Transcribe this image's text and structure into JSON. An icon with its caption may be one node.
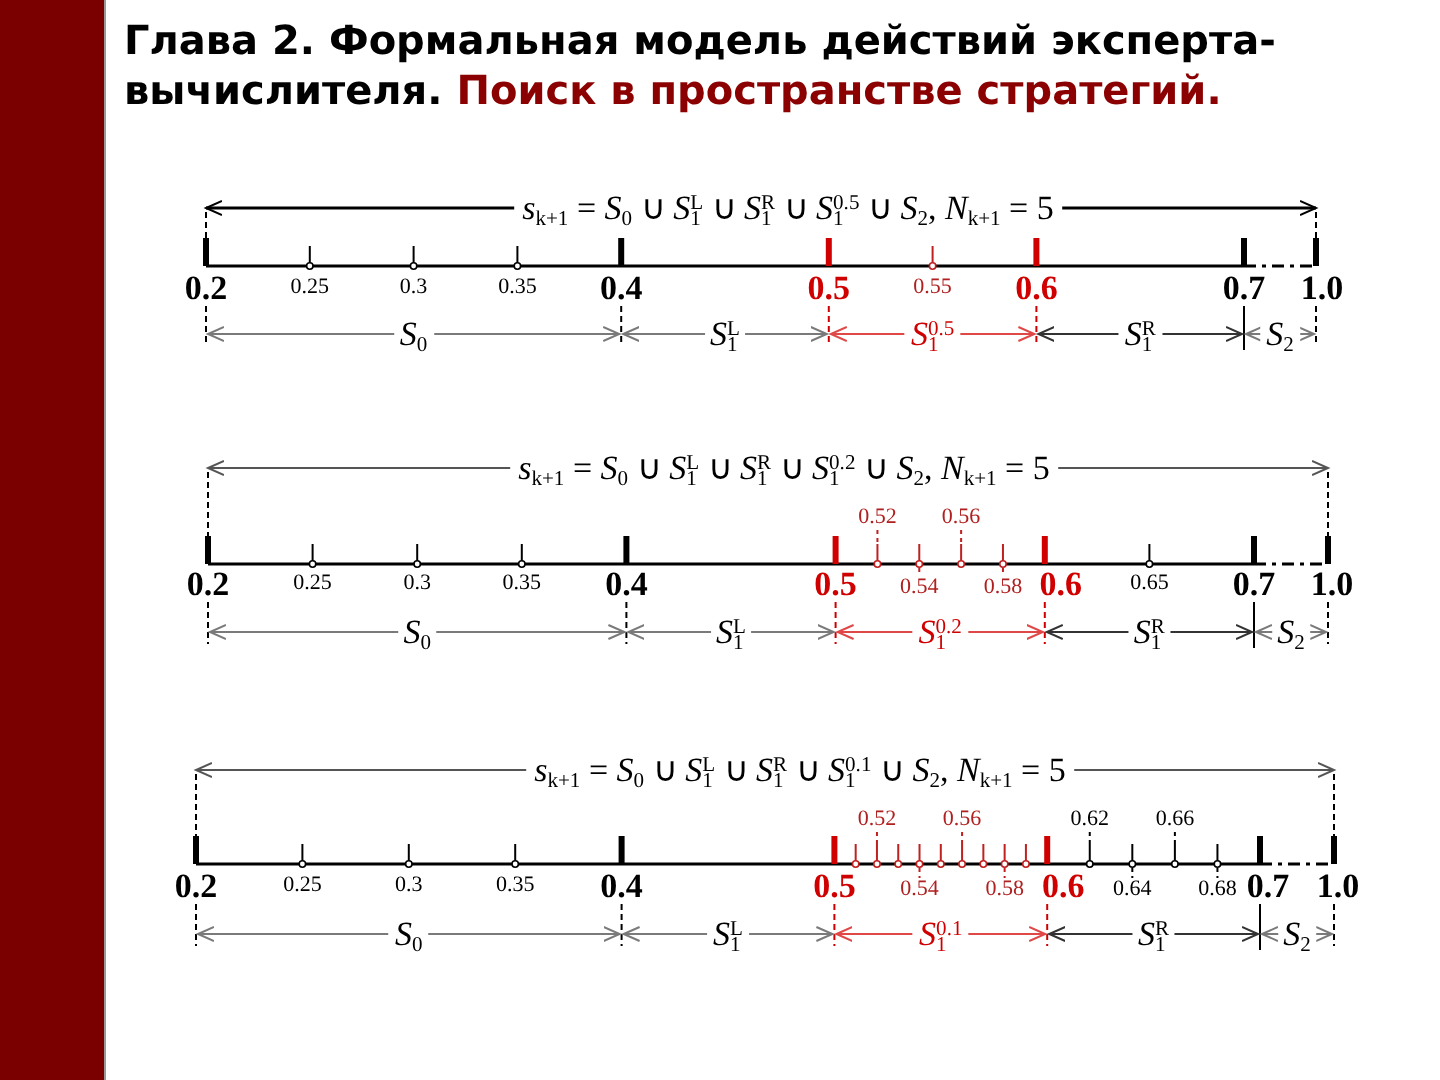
{
  "diagram": {
    "title": "Глава 2. Формальная модель действий эксперта-вычислителя. **Поиск в пространстве стратегий.**",
    "labels": [
      "*s*$_{k+1}$ = *S*$_{0}$ ∪ *S*$_{1}$$^{L}$ ∪ *S*$_{1}$$^{R}$ ∪ *S*$_{1}$$^{0.5}$ ∪ *S*$_{2}$, *N*$_{k+1}$ = 5",
      "0.2",
      "0.25",
      "0.3",
      "0.35",
      "0.4",
      "0.5",
      "0.55",
      "0.6",
      "0.7",
      "1.0",
      "*S*$_{0}$",
      "*S*$_{1}$$^{L}$",
      "*S*$_{1}$$^{0.5}$",
      "*S*$_{1}$$^{R}$",
      "*S*$_{2}$",
      "*s*$_{k+1}$ = *S*$_{0}$ ∪ *S*$_{1}$$^{L}$ ∪ *S*$_{1}$$^{R}$ ∪ *S*$_{1}$$^{0.2}$ ∪ *S*$_{2}$, *N*$_{k+1}$ = 5",
      "0.52",
      "0.56",
      "0.2",
      "0.25",
      "0.3",
      "0.35",
      "0.4",
      "0.5",
      "0.54",
      "0.58",
      "0.6",
      "0.65",
      "0.7",
      "1.0",
      "*S*$_{0}$",
      "*S*$_{1}$$^{L}$",
      "*S*$_{1}$$^{0.2}$",
      "*S*$_{1}$$^{R}$",
      "*S*$_{2}$",
      "*s*$_{k+1}$ = *S*$_{0}$ ∪ *S*$_{1}$$^{L}$ ∪ *S*$_{1}$$^{R}$ ∪ *S*$_{1}$$^{0.1}$ ∪ *S*$_{2}$, *N*$_{k+1}$ = 5",
      "0.52",
      "0.56",
      "0.62",
      "0.66",
      "0.2",
      "0.25",
      "0.3",
      "0.35",
      "0.4",
      "0.5",
      "0.54",
      "0.58",
      "0.6",
      "0.64",
      "0.68",
      "0.7",
      "1.0",
      "*S*$_{0}$",
      "*S*$_{1}$$^{L}$",
      "*S*$_{1}$$^{0.1}$",
      "*S*$_{1}$$^{R}$",
      "*S*$_{2}$"
    ]
  }
}
